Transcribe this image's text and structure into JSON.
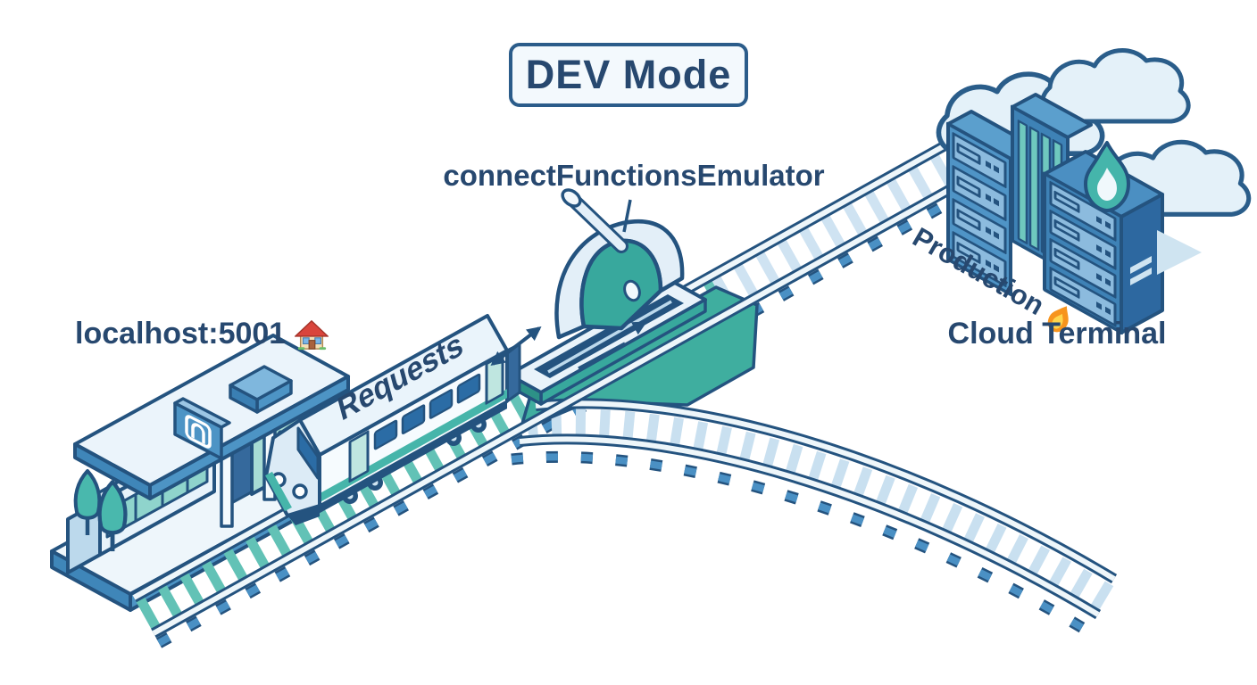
{
  "labels": {
    "mode_badge": "DEV Mode",
    "emulator": "connectFunctionsEmulator",
    "localhost": "localhost:5001",
    "train": "Requests",
    "production": "Production",
    "cloud_terminal": "Cloud Terminal"
  },
  "icons": {
    "localhost": "house-emoji",
    "production": "fire-emoji",
    "server_top": "teal-flame",
    "station_sign": "doorway-glyph",
    "station_wall": "house-outline",
    "switch": "lever-on-base",
    "junction": "diverging-rail-arrows"
  },
  "colors": {
    "text_navy": "#27486f",
    "outline_navy": "#24537f",
    "teal": "#3fae9f",
    "mid_blue": "#4a90c4",
    "light_blue": "#dcebf6",
    "cloud_fill": "#e4f1f9",
    "flame_teal": "#45b5ab",
    "emoji_flame_orange": "#f7941d",
    "emoji_house_red": "#d9453c"
  }
}
